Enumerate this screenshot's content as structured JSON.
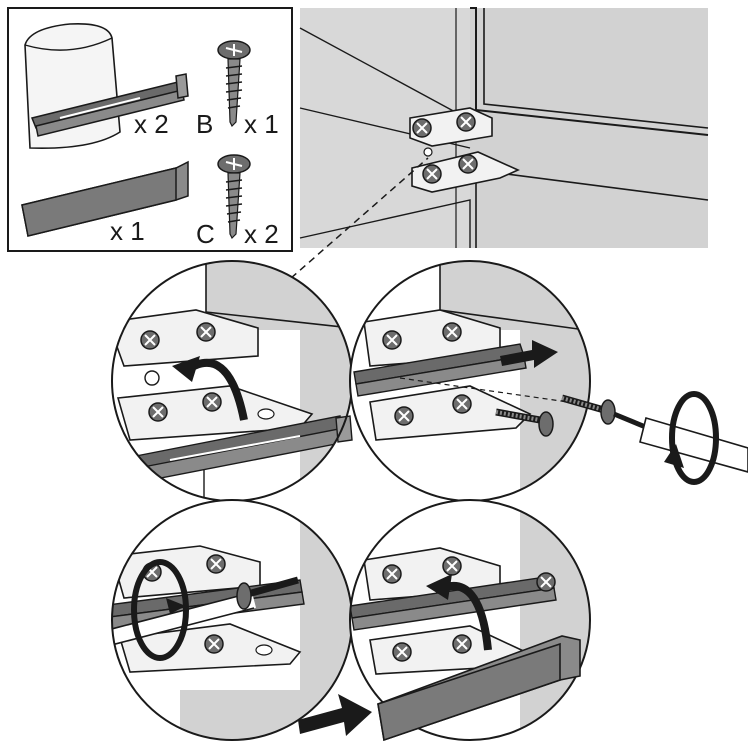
{
  "parts_box": {
    "rail_qty": "x 2",
    "screw_b_label": "B",
    "screw_b_qty": "x 1",
    "cover_qty": "x 1",
    "screw_c_label": "C",
    "screw_c_qty": "x 2"
  },
  "colors": {
    "stroke": "#1a1a1a",
    "panel_gray": "#d2d2d2",
    "part_gray": "#7a7a7a",
    "bracket_fill": "#f2f2f2"
  },
  "icons": [
    "bag-icon",
    "rail-icon",
    "screw-icon",
    "cover-strip-icon",
    "arrow-icon",
    "rotate-icon",
    "screwdriver-icon"
  ]
}
